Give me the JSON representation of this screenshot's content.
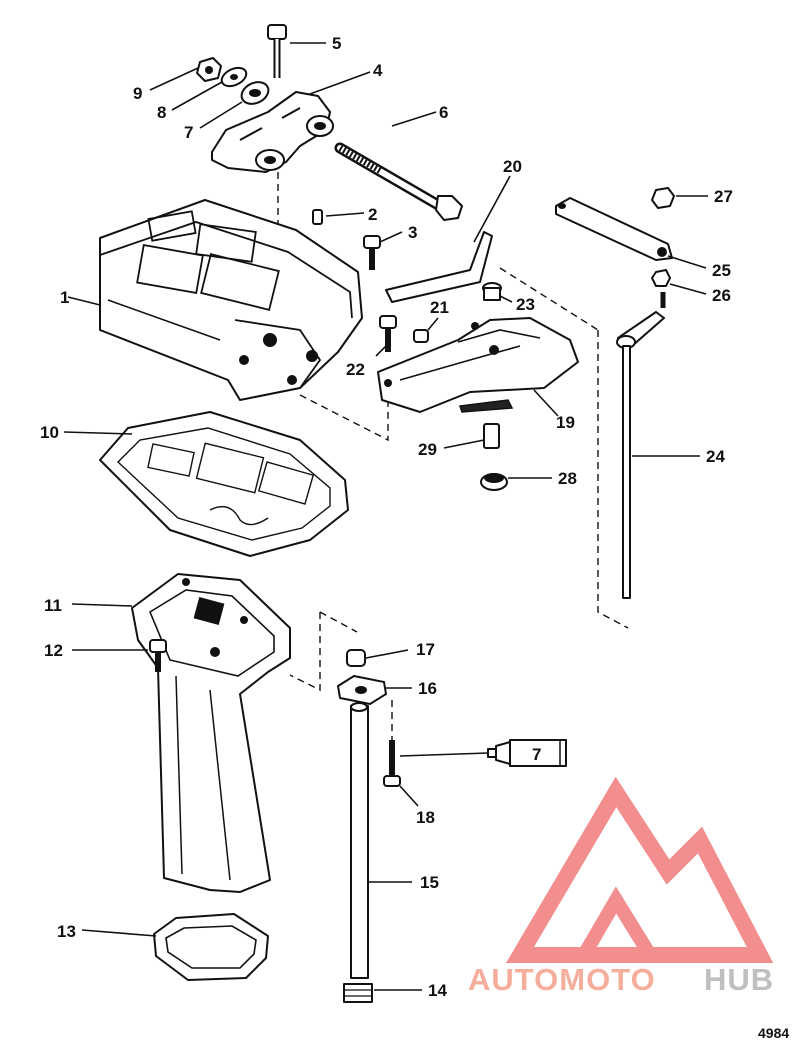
{
  "diagram": {
    "callouts": [
      {
        "id": "c1",
        "label": "1"
      },
      {
        "id": "c2",
        "label": "2"
      },
      {
        "id": "c3",
        "label": "3"
      },
      {
        "id": "c4",
        "label": "4"
      },
      {
        "id": "c5",
        "label": "5"
      },
      {
        "id": "c6",
        "label": "6"
      },
      {
        "id": "c7",
        "label": "7"
      },
      {
        "id": "c8",
        "label": "8"
      },
      {
        "id": "c9",
        "label": "9"
      },
      {
        "id": "c10",
        "label": "10"
      },
      {
        "id": "c11",
        "label": "11"
      },
      {
        "id": "c12",
        "label": "12"
      },
      {
        "id": "c13",
        "label": "13"
      },
      {
        "id": "c14",
        "label": "14"
      },
      {
        "id": "c15",
        "label": "15"
      },
      {
        "id": "c16",
        "label": "16"
      },
      {
        "id": "c17",
        "label": "17"
      },
      {
        "id": "c18",
        "label": "18"
      },
      {
        "id": "c19",
        "label": "19"
      },
      {
        "id": "c20",
        "label": "20"
      },
      {
        "id": "c21",
        "label": "21"
      },
      {
        "id": "c22",
        "label": "22"
      },
      {
        "id": "c23",
        "label": "23"
      },
      {
        "id": "c24",
        "label": "24"
      },
      {
        "id": "c25",
        "label": "25"
      },
      {
        "id": "c26",
        "label": "26"
      },
      {
        "id": "c27",
        "label": "27"
      },
      {
        "id": "c28",
        "label": "28"
      },
      {
        "id": "c29",
        "label": "29"
      }
    ],
    "tube_label": "7",
    "figure_number": "4984"
  },
  "watermark": {
    "text_a": "AUTOMOTO",
    "text_b": "HUB",
    "color_a": "#f4a08a",
    "color_b": "#b4b4b4",
    "logo_color": "#f07b7b"
  }
}
